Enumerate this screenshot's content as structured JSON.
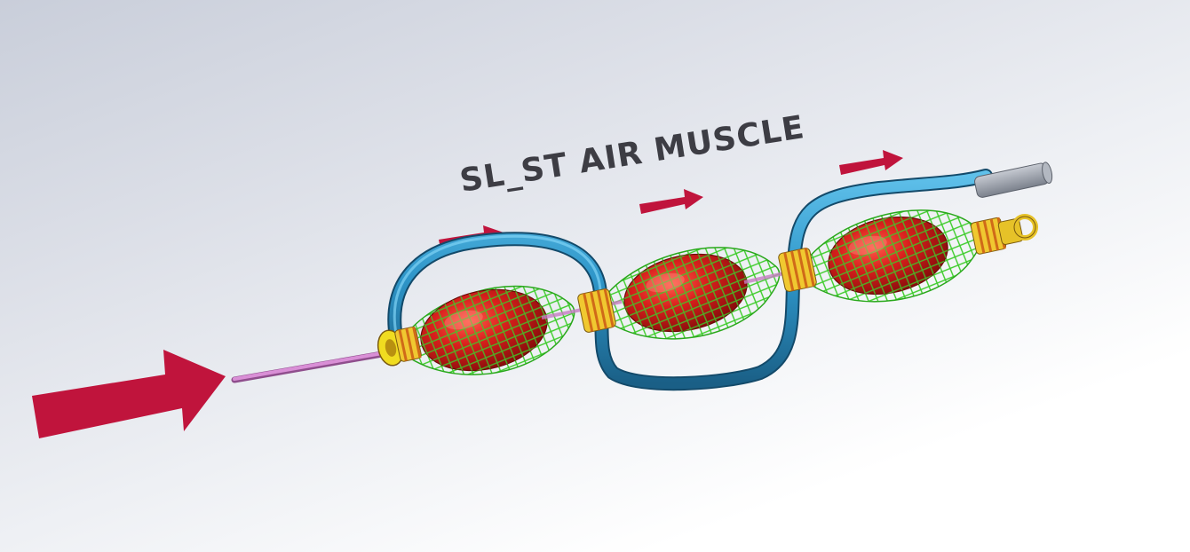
{
  "diagram": {
    "title": "SL_ST AIR MUSCLE",
    "colors": {
      "background_top": "#c9ceda",
      "background_bottom": "#ffffff",
      "title_text": "#3d3d44",
      "arrow": "#c0143c",
      "rod": "#c77dc4",
      "tube": "#2e95c8",
      "bladder": "#d8201c",
      "mesh": "#3dcc2a",
      "fitting_ring": "#e8a020",
      "fitting_core": "#f0dc20",
      "end_cap": "#9aa0ac"
    },
    "parts": [
      {
        "id": "input-force-arrow",
        "icon": "arrow-right-icon"
      },
      {
        "id": "push-rod"
      },
      {
        "id": "bladder-chamber-1"
      },
      {
        "id": "bladder-chamber-2"
      },
      {
        "id": "bladder-chamber-3"
      },
      {
        "id": "air-supply-tube"
      },
      {
        "id": "tube-end-cap"
      },
      {
        "id": "end-eyelet"
      }
    ]
  }
}
